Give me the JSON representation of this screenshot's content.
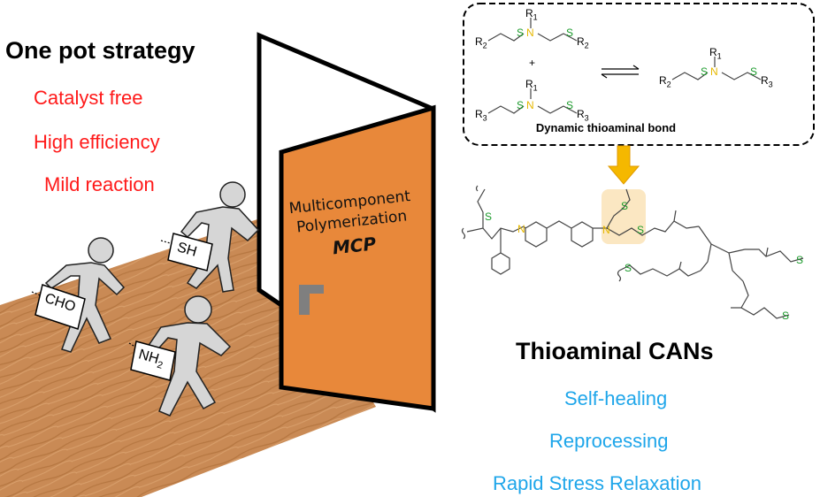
{
  "left": {
    "heading": "One pot strategy",
    "points": [
      "Catalyst free",
      "High efficiency",
      "Mild reaction"
    ]
  },
  "door": {
    "line1": "Multicomponent",
    "line2": "Polymerization",
    "line3": "MCP",
    "color": "#e8883a"
  },
  "figures": {
    "aldehyde_tag": "CHO",
    "thiol_tag": "SH",
    "amine_tag": "NH",
    "amine_sub": "2"
  },
  "reaction_box": {
    "caption": "Dynamic thioaminal bond",
    "plus": "+",
    "atoms": {
      "S": "S",
      "N": "N",
      "R1": "R",
      "R2": "R",
      "R3": "R",
      "one": "1",
      "two": "2",
      "three": "3"
    }
  },
  "right": {
    "heading": "Thioaminal CANs",
    "points": [
      "Self-healing",
      "Reprocessing",
      "Rapid Stress Relaxation"
    ]
  },
  "colors": {
    "red_text": "#ff1a1a",
    "blue_text": "#1fa6ea",
    "sulfur_green": "#1a9a2a",
    "nitrogen_yellow": "#e6b800",
    "arrow_gold": "#f5b800",
    "floor_wood": "#c98a55"
  }
}
